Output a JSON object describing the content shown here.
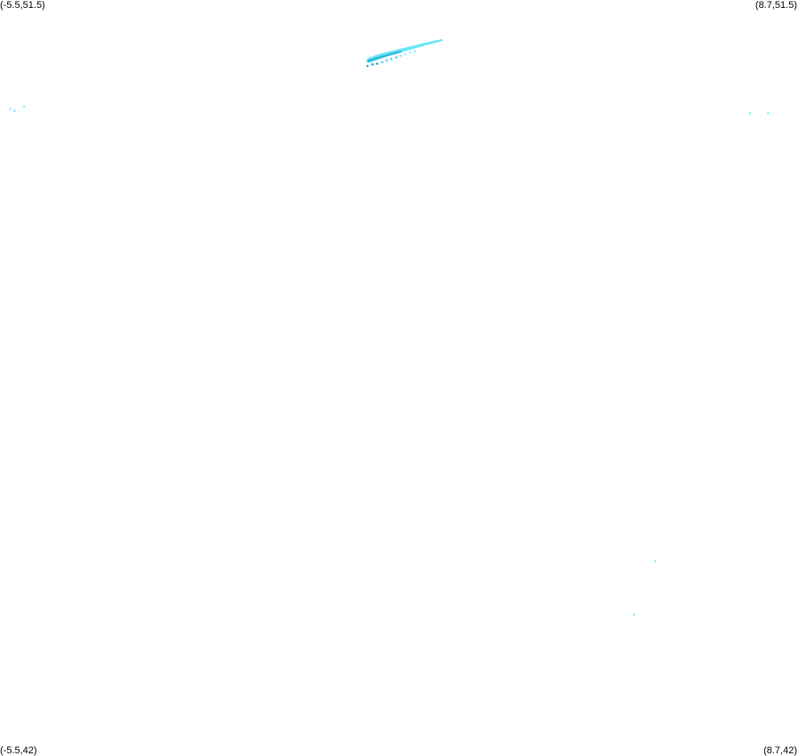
{
  "corners": {
    "top_left": "(-5.5,51.5)",
    "top_right": "(8.7,51.5)",
    "bottom_left": "(-5.5,42)",
    "bottom_right": "(8.7,42)"
  },
  "extent": {
    "lon_min": -5.5,
    "lon_max": 8.7,
    "lat_min": 42,
    "lat_max": 51.5
  },
  "colors": {
    "background": "#ffffff",
    "point_light": "#8fefff",
    "point_mid": "#3fd6f2",
    "point_dark": "#1ba8d8"
  },
  "points": [
    {
      "lon": 1.04,
      "lat": 50.67,
      "tone": "dark"
    },
    {
      "lon": 1.13,
      "lat": 50.69,
      "tone": "dark"
    },
    {
      "lon": 1.21,
      "lat": 50.7,
      "tone": "dark"
    },
    {
      "lon": 1.3,
      "lat": 50.72,
      "tone": "mid"
    },
    {
      "lon": 1.38,
      "lat": 50.74,
      "tone": "mid"
    },
    {
      "lon": 1.46,
      "lat": 50.76,
      "tone": "mid"
    },
    {
      "lon": 1.55,
      "lat": 50.78,
      "tone": "mid"
    },
    {
      "lon": 1.63,
      "lat": 50.8,
      "tone": "light"
    },
    {
      "lon": 1.71,
      "lat": 50.82,
      "tone": "light"
    },
    {
      "lon": 1.8,
      "lat": 50.84,
      "tone": "light"
    },
    {
      "lon": 1.88,
      "lat": 50.86,
      "tone": "light"
    },
    {
      "lon": -5.32,
      "lat": 50.13,
      "tone": "light"
    },
    {
      "lon": -5.24,
      "lat": 50.11,
      "tone": "light"
    },
    {
      "lon": -5.07,
      "lat": 50.16,
      "tone": "light"
    },
    {
      "lon": 7.85,
      "lat": 50.08,
      "tone": "light"
    },
    {
      "lon": 8.17,
      "lat": 50.08,
      "tone": "light"
    },
    {
      "lon": 6.16,
      "lat": 44.45,
      "tone": "light"
    },
    {
      "lon": 5.78,
      "lat": 43.78,
      "tone": "light"
    }
  ]
}
